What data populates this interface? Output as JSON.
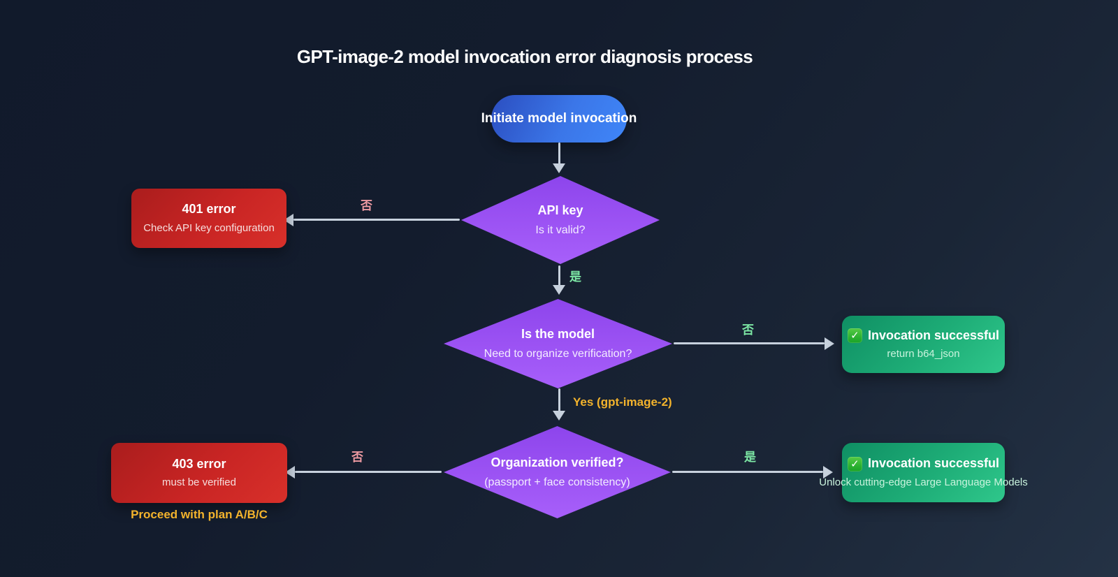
{
  "title": "GPT-image-2 model invocation error diagnosis process",
  "nodes": {
    "start": {
      "label": "Initiate model invocation"
    },
    "decision_api_key": {
      "title": "API key",
      "subtitle": "Is it valid?"
    },
    "error_401": {
      "title": "401 error",
      "subtitle": "Check API key configuration"
    },
    "decision_org_verification": {
      "title": "Is the model",
      "subtitle": "Need to organize verification?"
    },
    "success_b64": {
      "icon_glyph": "✓",
      "title": "Invocation successful",
      "subtitle": "return b64_json"
    },
    "decision_org_verified": {
      "title": "Organization verified?",
      "subtitle": "(passport + face consistency)"
    },
    "error_403": {
      "title": "403 error",
      "subtitle": "must be verified"
    },
    "success_unlock": {
      "icon_glyph": "✓",
      "title": "Invocation successful",
      "subtitle": "Unlock cutting-edge Large Language Models"
    },
    "plan_note": {
      "label": "Proceed with plan A/B/C"
    }
  },
  "edge_labels": {
    "api_key_no": "否",
    "api_key_yes": "是",
    "org_verification_no": "否",
    "org_verification_yes": "Yes (gpt-image-2)",
    "org_verified_no": "否",
    "org_verified_yes": "是"
  },
  "colors": {
    "background_top_left": "#121a2b",
    "background_bottom_right": "#243245",
    "start_node_blue": "#3b82f6",
    "decision_purple": "#9b52f3",
    "error_red": "#c92524",
    "success_green": "#2fc78b",
    "edge_gray": "#c7d1dd",
    "label_no_pink": "#ef9ba3",
    "label_yes_green": "#7de8a5",
    "label_yellow": "#f3b32c"
  }
}
